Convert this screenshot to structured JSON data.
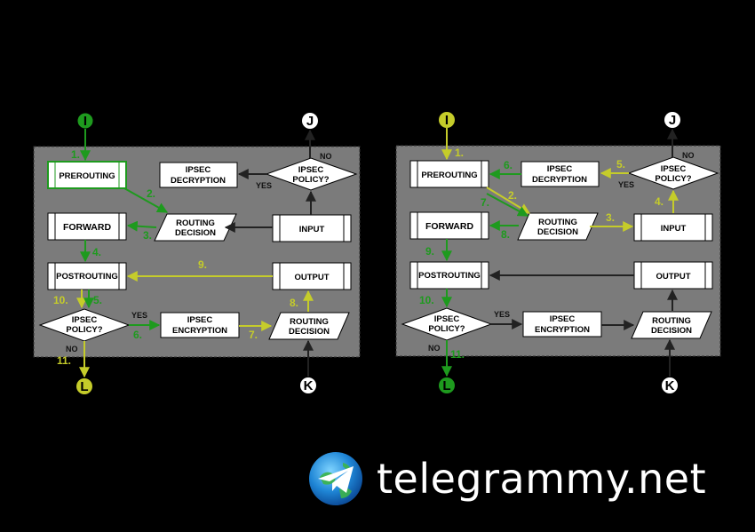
{
  "colors": {
    "green": "#1e9a1e",
    "yellow": "#c5cc2a",
    "grey_panel": "#7b7b7b",
    "dark": "#222222",
    "white": "#ffffff"
  },
  "nodes": {
    "i": "I",
    "j": "J",
    "l": "L",
    "k": "K"
  },
  "boxes": {
    "prerouting": "PREROUTING",
    "ipsec_decryption_1": "IPSEC",
    "ipsec_decryption_2": "DECRYPTION",
    "ipsec_policy_1": "IPSEC",
    "ipsec_policy_2": "POLICY?",
    "forward": "FORWARD",
    "routing_decision_1": "ROUTING",
    "routing_decision_2": "DECISION",
    "input": "INPUT",
    "postrouting": "POSTROUTING",
    "output": "OUTPUT",
    "ipsec_encryption_1": "IPSEC",
    "ipsec_encryption_2": "ENCRYPTION"
  },
  "labels": {
    "yes": "YES",
    "no": "NO"
  },
  "left_steps": [
    "1.",
    "2.",
    "3.",
    "4.",
    "5.",
    "6.",
    "7.",
    "8.",
    "9.",
    "10.",
    "11."
  ],
  "right_steps": [
    "1.",
    "2.",
    "3.",
    "4.",
    "5.",
    "6.",
    "7.",
    "8.",
    "9.",
    "10.",
    "11."
  ],
  "brand": {
    "text": "telegrammy.net",
    "icon": "telegram-paper-plane-globe-icon"
  }
}
